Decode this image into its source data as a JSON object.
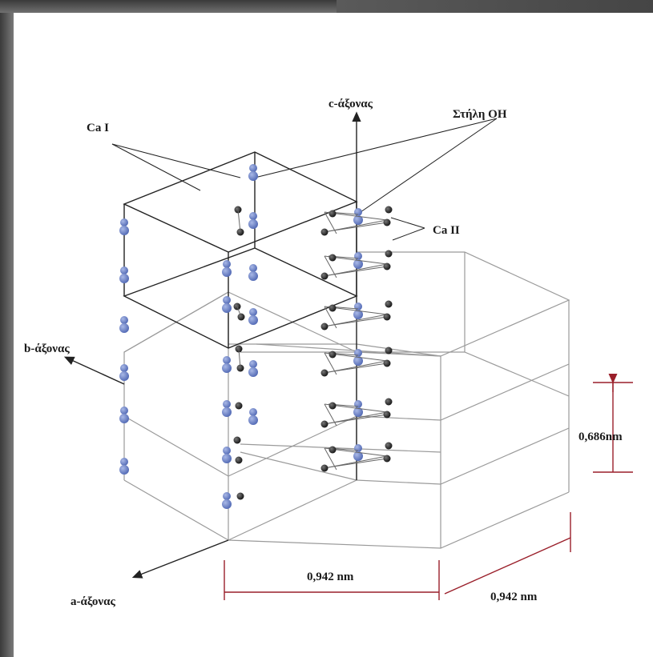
{
  "labels": {
    "c_axis": "c-άξονας",
    "oh_column": "Στήλη ΟΗ",
    "ca1": "Ca I",
    "ca2": "Ca II",
    "b_axis": "b-άξονας",
    "a_axis": "a-άξονας",
    "dim_c": "0,686nm",
    "dim_a_front": "0,942 nm",
    "dim_a_side": "0,942 nm"
  },
  "colors": {
    "background": "#ffffff",
    "frame": "#555555",
    "cell_lines": "#9a9a9a",
    "upper_cell_lines": "#222222",
    "oh_atom": "#6f86c9",
    "ca_atom": "#2a2a2a",
    "dimension_line": "#9a1f2a",
    "text": "#1a1a1a"
  }
}
